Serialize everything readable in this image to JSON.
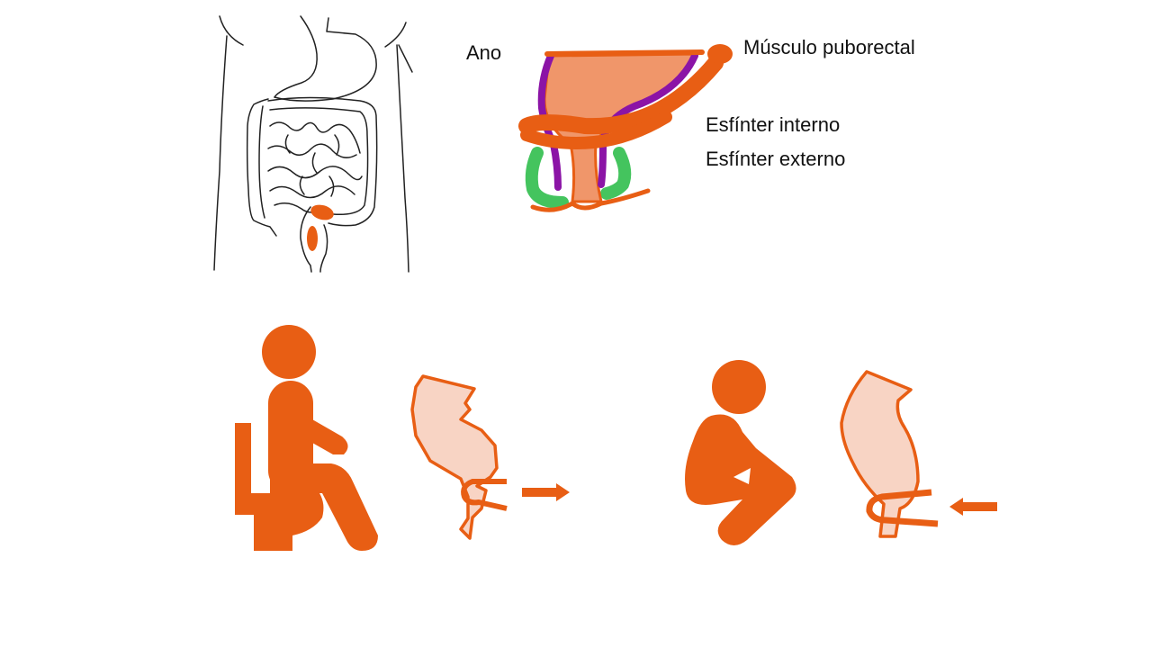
{
  "labels": {
    "anus": "Ano",
    "puborectalis": "Músculo puborectal",
    "internal_sphincter": "Esfínter interno",
    "external_sphincter": "Esfínter externo"
  },
  "colors": {
    "orange": "#E85E14",
    "rectum_fill": "#F0966A",
    "light_fill": "#F8D4C4",
    "purple": "#8B14A6",
    "green": "#44C45E",
    "outline": "#222222"
  },
  "scenes": {
    "sitting": {
      "pose": "sitting-on-toilet",
      "arrow": "right"
    },
    "squatting": {
      "pose": "squatting",
      "arrow": "left"
    }
  }
}
